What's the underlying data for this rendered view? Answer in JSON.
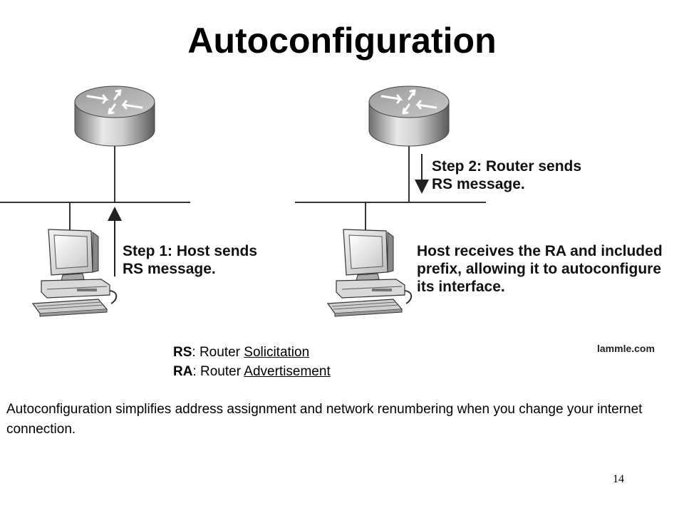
{
  "title": "Autoconfiguration",
  "diagram": {
    "step1": [
      "Step 1: Host sends",
      "RS message."
    ],
    "step2": [
      "Step 2: Router sends",
      "RS message."
    ],
    "host_receives": [
      "Host receives the RA and included",
      "prefix, allowing it to autoconfigure",
      "its interface."
    ],
    "credit": "lammle.com",
    "icons": [
      "router-icon",
      "computer-icon"
    ]
  },
  "legend": {
    "rs_abbr": "RS",
    "rs_prefix": ": Router ",
    "rs_term": "Solicitation",
    "ra_abbr": "RA",
    "ra_prefix": ": Router ",
    "ra_term": "Advertisement"
  },
  "caption": "Autoconfiguration simplifies address assignment and network renumbering when you change your internet connection.",
  "page_number": "14"
}
